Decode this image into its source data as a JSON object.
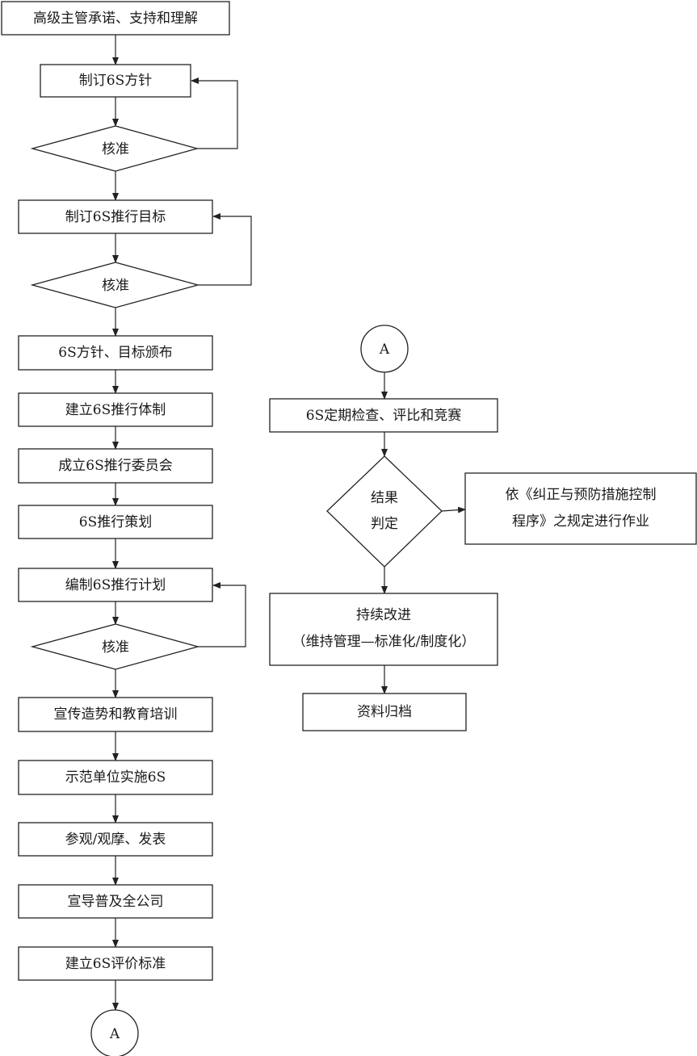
{
  "diagram": {
    "left_column": [
      {
        "id": "commitment",
        "label": "高级主管承诺、支持和理解"
      },
      {
        "id": "policy",
        "label": "制订6S方针"
      },
      {
        "id": "check1",
        "label": "核准"
      },
      {
        "id": "goal",
        "label": "制订6S推行目标"
      },
      {
        "id": "check2",
        "label": "核准"
      },
      {
        "id": "publish",
        "label": "6S方针、目标颁布"
      },
      {
        "id": "system",
        "label": "建立6S推行体制"
      },
      {
        "id": "committee",
        "label": "成立6S推行委员会"
      },
      {
        "id": "planning",
        "label": "6S推行策划"
      },
      {
        "id": "plan",
        "label": "编制6S推行计划"
      },
      {
        "id": "check3",
        "label": "核准"
      },
      {
        "id": "training",
        "label": "宣传造势和教育培训"
      },
      {
        "id": "pilot",
        "label": "示范单位实施6S"
      },
      {
        "id": "visit",
        "label": "参观/观摩、发表"
      },
      {
        "id": "spread",
        "label": "宣导普及全公司"
      },
      {
        "id": "standard",
        "label": "建立6S评价标准"
      }
    ],
    "connector_bottom": "A",
    "connector_top": "A",
    "right_column": {
      "inspection": "6S定期检查、评比和竞赛",
      "judgement": {
        "line1": "结果",
        "line2": "判定"
      },
      "corrective": {
        "line1": "依《纠正与预防措施控制",
        "line2": "程序》之规定进行作业"
      },
      "improve": {
        "line1": "持续改进",
        "line2": "（维持管理—标准化/制度化）"
      },
      "archive": "资料归档"
    }
  }
}
